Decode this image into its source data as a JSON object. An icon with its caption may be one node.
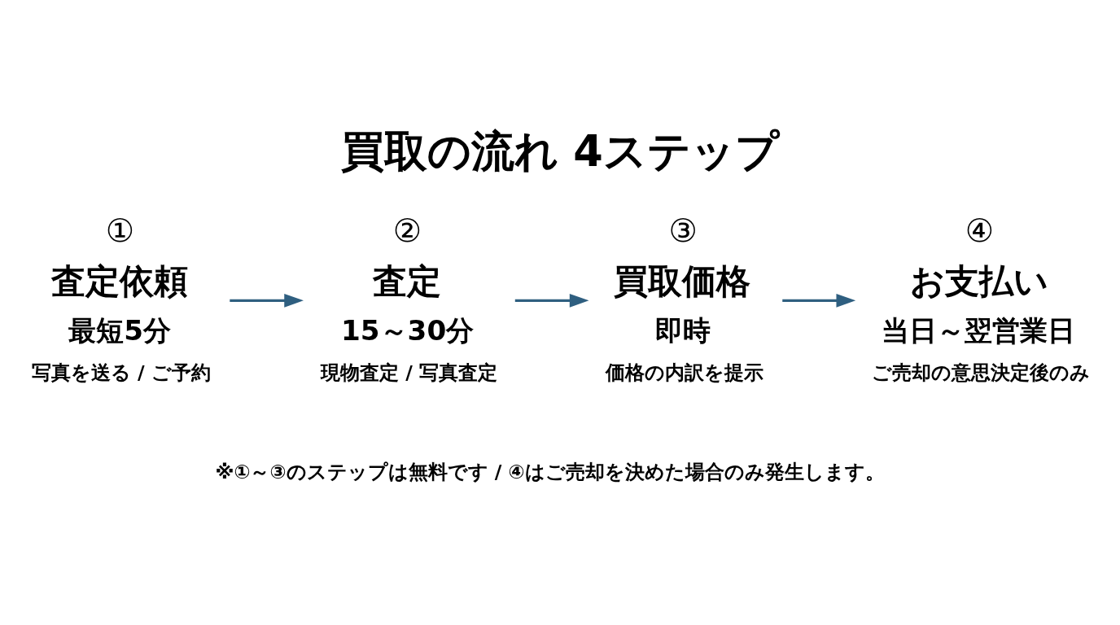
{
  "diagram": {
    "title": "買取の流れ 4ステップ",
    "caption": "※①～③のステップは無料です / ④はご売却を決めた場合のみ発生します。",
    "nodes": [
      {
        "text": [
          "①",
          "査定依頼",
          "最短5分",
          "写真を送る / ご予約"
        ]
      },
      {
        "text": [
          "②",
          "査定",
          "15～30分",
          "現物査定 / 写真査定"
        ]
      },
      {
        "text": [
          "③",
          "買取価格",
          "即時",
          "価格の内訳を提示"
        ]
      },
      {
        "text": [
          "④",
          "お支払い",
          "当日～翌営業日",
          "ご売却の意思決定後のみ"
        ]
      }
    ],
    "edges": [
      {
        "from": 0,
        "to": 1,
        "arrow": "to"
      },
      {
        "from": 1,
        "to": 2,
        "arrow": "to"
      },
      {
        "from": 2,
        "to": 3,
        "arrow": "to"
      }
    ]
  }
}
